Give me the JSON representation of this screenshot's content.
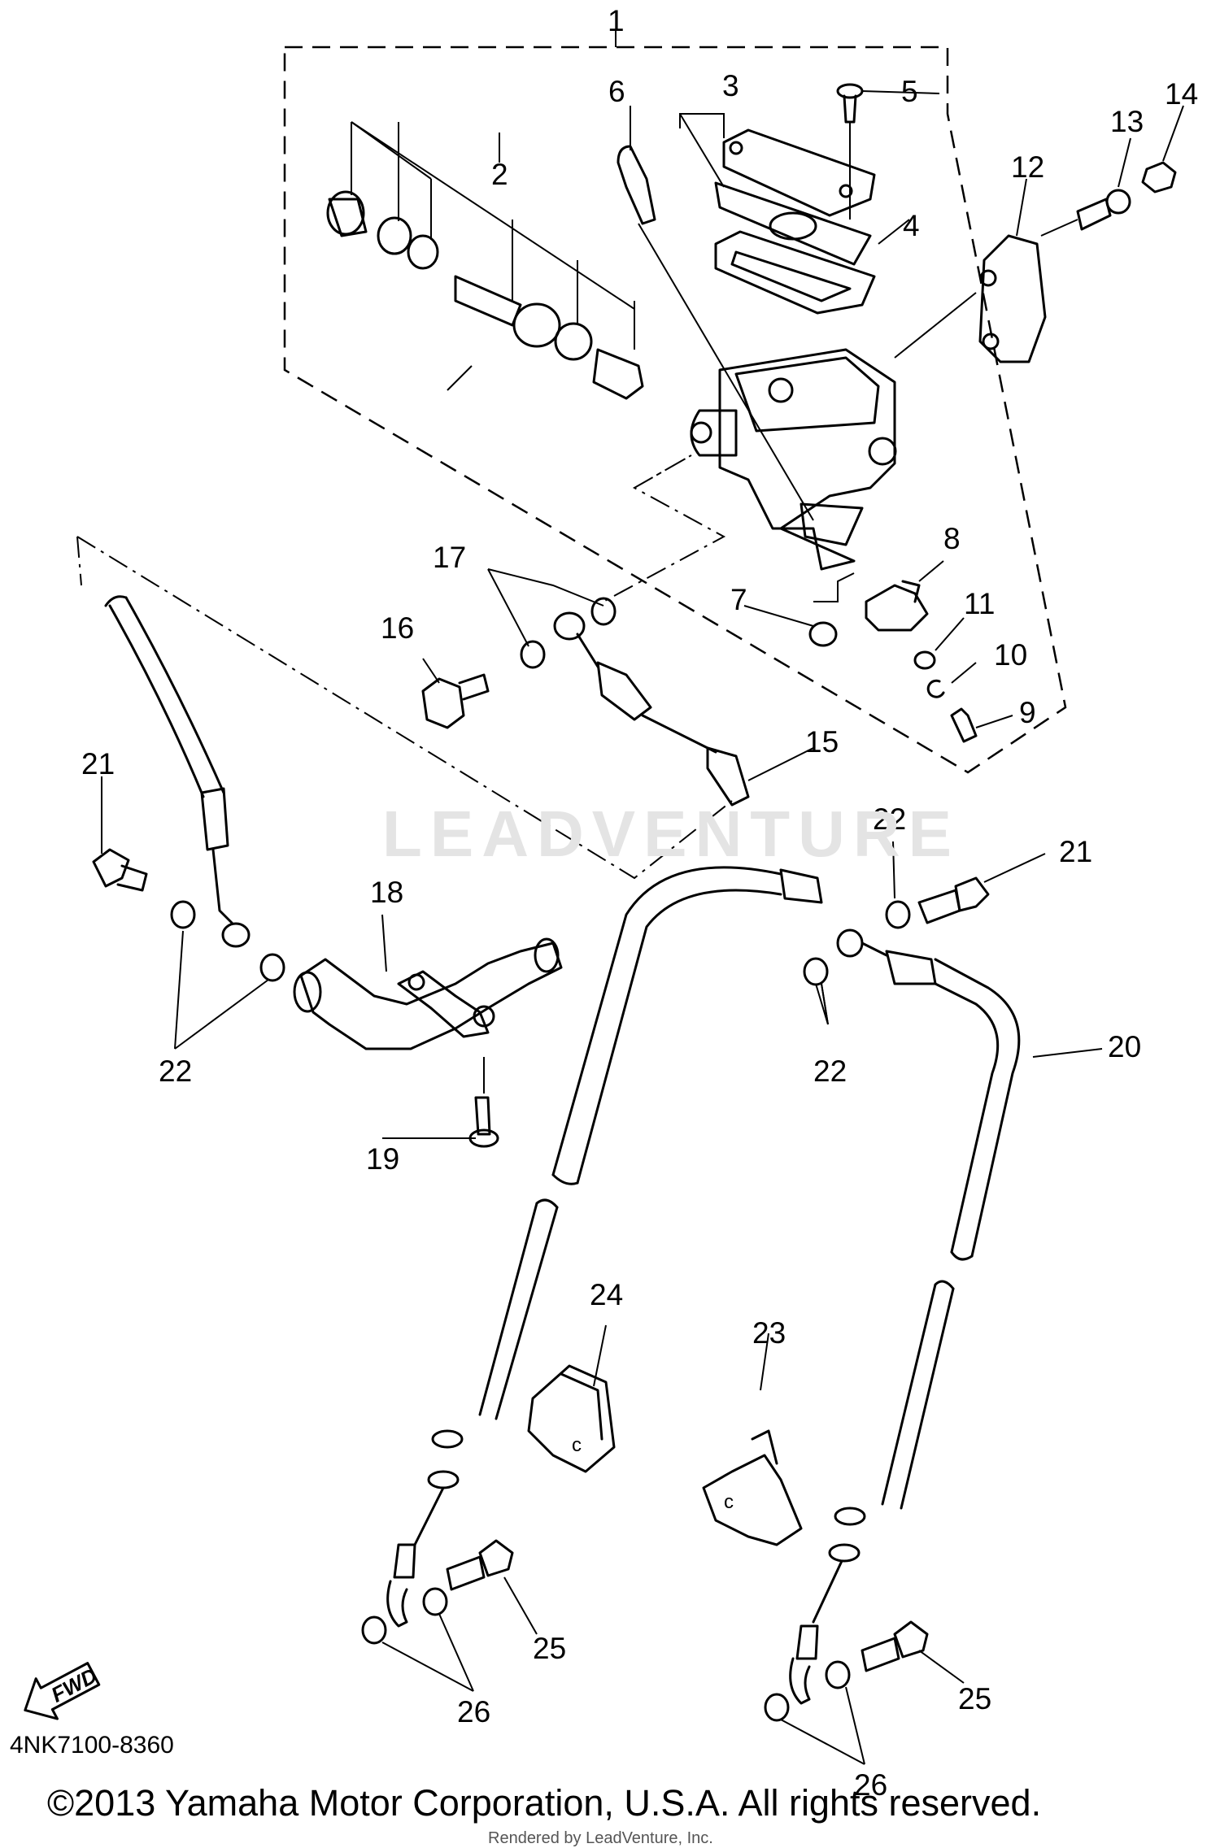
{
  "callouts": [
    "1",
    "2",
    "3",
    "4",
    "5",
    "6",
    "7",
    "8",
    "9",
    "10",
    "11",
    "12",
    "13",
    "14",
    "15",
    "16",
    "17",
    "18",
    "19",
    "20",
    "21",
    "21",
    "22",
    "22",
    "22",
    "23",
    "24",
    "25",
    "25",
    "26",
    "26"
  ],
  "direction_label": "FWD",
  "watermark": "LEADVENTURE",
  "diagram_code": "4NK7100-8360",
  "copyright": "©2013 Yamaha Motor Corporation, U.S.A. All rights reserved.",
  "rendered_by": "Rendered by LeadVenture, Inc."
}
